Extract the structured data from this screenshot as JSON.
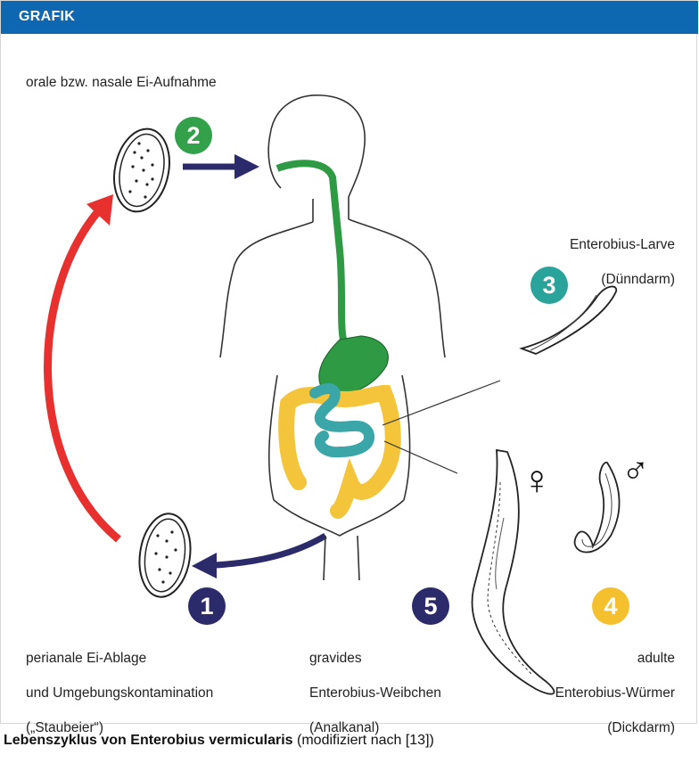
{
  "header": {
    "title": "GRAFIK"
  },
  "labels": {
    "oral_uptake": "orale bzw. nasale Ei-Aufnahme",
    "larva_line1": "Enterobius-Larve",
    "larva_line2": "(Dünndarm)",
    "perianal_line1": "perianale Ei-Ablage",
    "perianal_line2": "und Umgebungskontamination",
    "perianal_line3": "(„Staubeier“)",
    "gravid_line1": "gravides",
    "gravid_line2": "Enterobius-Weibchen",
    "gravid_line3": "(Analkanal)",
    "adult_line1": "adulte",
    "adult_line2": "Enterobius-Würmer",
    "adult_line3": "(Dickdarm)"
  },
  "badges": {
    "step1": "1",
    "step2": "2",
    "step3": "3",
    "step4": "4",
    "step5": "5"
  },
  "symbols": {
    "female": "♀",
    "male": "♂"
  },
  "caption": {
    "bold": "Lebenszyklus von Enterobius vermicularis",
    "normal": " (modifiziert nach [13])"
  },
  "colors": {
    "header": "#0e67b1",
    "badge1": "#2b2a6b",
    "badge2": "#33a04a",
    "badge3": "#2aa39a",
    "badge4": "#f5c02e",
    "badge5": "#2b2a6b",
    "red_arrow": "#e8312f",
    "navy_arrow": "#2b2a6b",
    "gut_green": "#2e9a44",
    "colon_yellow": "#f4c53a",
    "small_intestine_teal": "#3aa6a8"
  },
  "icons": [
    "egg-icon",
    "human-body-icon",
    "larva-icon",
    "female-worm-icon",
    "male-worm-icon"
  ]
}
